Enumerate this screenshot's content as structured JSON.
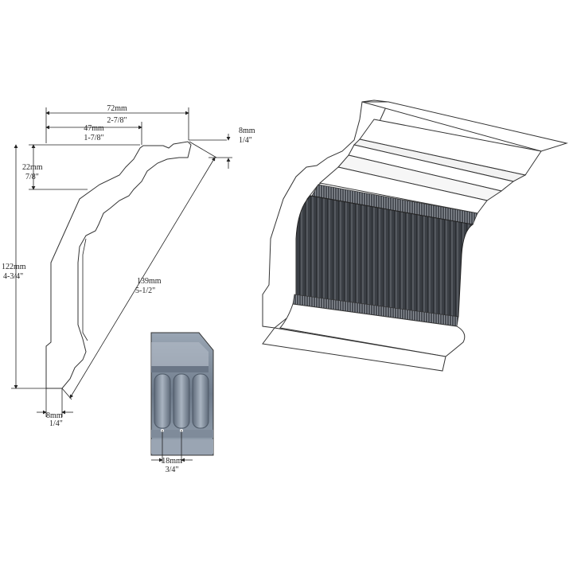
{
  "dimensions": {
    "overall_width": {
      "mm": "72mm",
      "in": "2-7/8\""
    },
    "top_width": {
      "mm": "47mm",
      "in": "1-7/8\""
    },
    "top_lip": {
      "mm": "8mm",
      "in": "1/4\""
    },
    "top_drop": {
      "mm": "22mm",
      "in": "7/8\""
    },
    "height": {
      "mm": "122mm",
      "in": "4-3/4\""
    },
    "diagonal": {
      "mm": "139mm",
      "in": "5-1/2\""
    },
    "bottom_lip": {
      "mm": "8mm",
      "in": "1/4\""
    },
    "flute_spacing": {
      "mm": "18mm",
      "in": "3/4\""
    }
  },
  "colors": {
    "line": "#222222",
    "fluting_dark": "#3a3e44",
    "detail_blue": "#7d8a99"
  }
}
